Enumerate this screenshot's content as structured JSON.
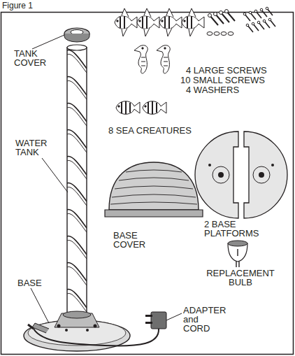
{
  "diagram": {
    "title": "Figure 1",
    "labels": [
      "TANK COVER",
      "WATER TANK",
      "BASE",
      "4 LARGE SCREWS",
      "10 SMALL SCREWS",
      "4 WASHERS",
      "8 SEA CREATURES",
      "BASE COVER",
      "2 BASE PLATFORMS",
      "REPLACEMENT BULB",
      "ADAPTER and CORD"
    ]
  }
}
